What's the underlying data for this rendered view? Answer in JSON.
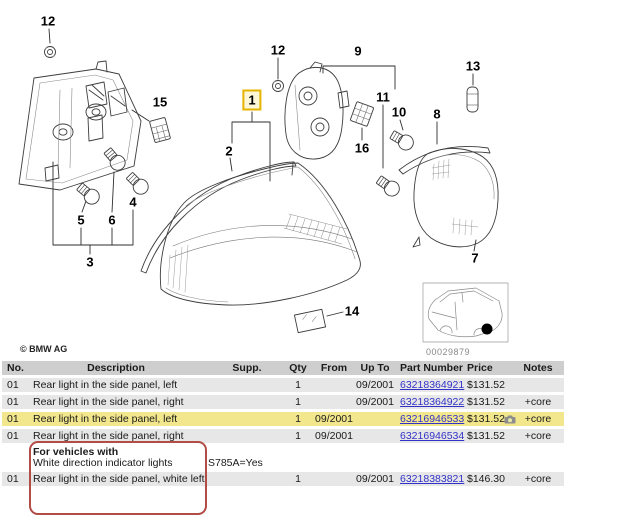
{
  "diagram": {
    "copyright": "© BMW AG",
    "image_number": "00029879",
    "callouts": {
      "c12_left": "12",
      "c15": "15",
      "c5": "5",
      "c6": "6",
      "c4": "4",
      "c3": "3",
      "c2": "2",
      "c1": "1",
      "c12_center": "12",
      "c9": "9",
      "c11": "11",
      "c10": "10",
      "c16": "16",
      "c8": "8",
      "c13": "13",
      "c7": "7",
      "c14": "14"
    }
  },
  "table": {
    "headers": {
      "no": "No.",
      "description": "Description",
      "supp": "Supp.",
      "qty": "Qty",
      "from": "From",
      "upto": "Up To",
      "part_number": "Part Number",
      "price": "Price",
      "notes": "Notes"
    },
    "rows": [
      {
        "no": "01",
        "description": "Rear light in the side panel, left",
        "qty": "1",
        "from": "",
        "upto": "09/2001",
        "part_number": "63218364921",
        "price": "$131.52",
        "notes": ""
      },
      {
        "no": "01",
        "description": "Rear light in the side panel, right",
        "qty": "1",
        "from": "",
        "upto": "09/2001",
        "part_number": "63218364922",
        "price": "$131.52",
        "notes": "+core"
      },
      {
        "no": "01",
        "description": "Rear light in the side panel, left",
        "qty": "1",
        "from": "09/2001",
        "upto": "",
        "part_number": "63216946533",
        "price": "$131.52",
        "notes": "+core"
      },
      {
        "no": "01",
        "description": "Rear light in the side panel, right",
        "qty": "1",
        "from": "09/2001",
        "upto": "",
        "part_number": "63216946534",
        "price": "$131.52",
        "notes": "+core"
      },
      {
        "no": "01",
        "description": "Rear light in the side panel, white left",
        "qty": "1",
        "from": "",
        "upto": "09/2001",
        "part_number": "63218383821",
        "price": "$146.30",
        "notes": "+core"
      }
    ],
    "note_block": {
      "line1": "For vehicles with",
      "line2": "White direction indicator lights",
      "supp_value": "S785A=Yes"
    }
  }
}
